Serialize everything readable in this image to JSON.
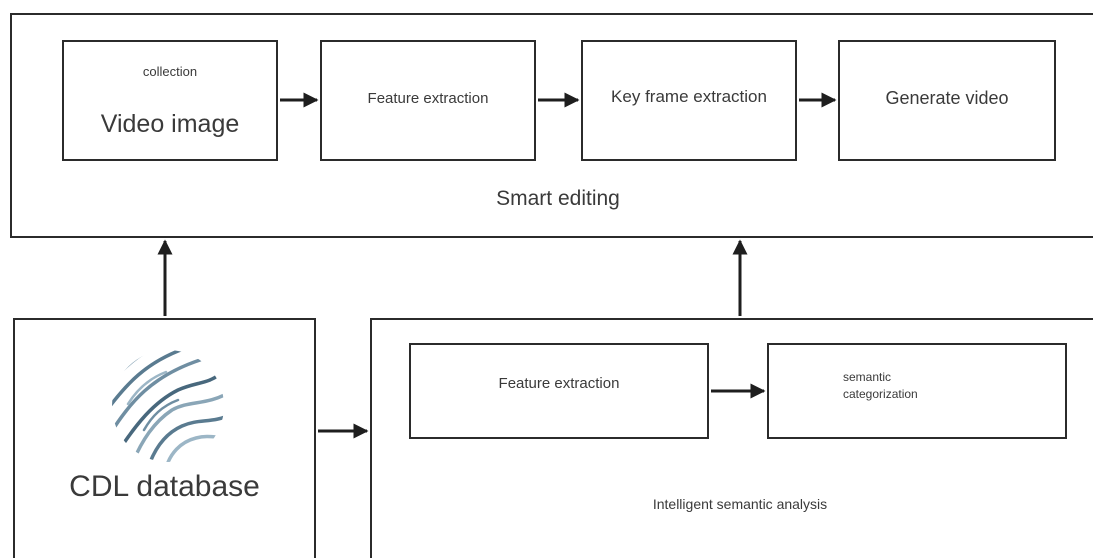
{
  "smart_editing": {
    "title": "Smart editing",
    "steps": {
      "video_image": {
        "caption": "collection",
        "label": "Video image"
      },
      "feature_extraction": {
        "label": "Feature extraction"
      },
      "key_frame_extraction": {
        "label": "Key frame extraction"
      },
      "generate_video": {
        "label": "Generate video"
      }
    }
  },
  "database": {
    "label": "CDL database",
    "icon": "fingerprint-swirl-icon"
  },
  "semantic_analysis": {
    "title": "Intelligent semantic analysis",
    "steps": {
      "feature_extraction": {
        "label": "Feature extraction"
      },
      "semantic_categorization": {
        "label": "semantic\ncategorization"
      }
    }
  },
  "colors": {
    "stroke": "#2b2b2b",
    "text": "#3a3a3a",
    "icon": "#4a6a80"
  }
}
